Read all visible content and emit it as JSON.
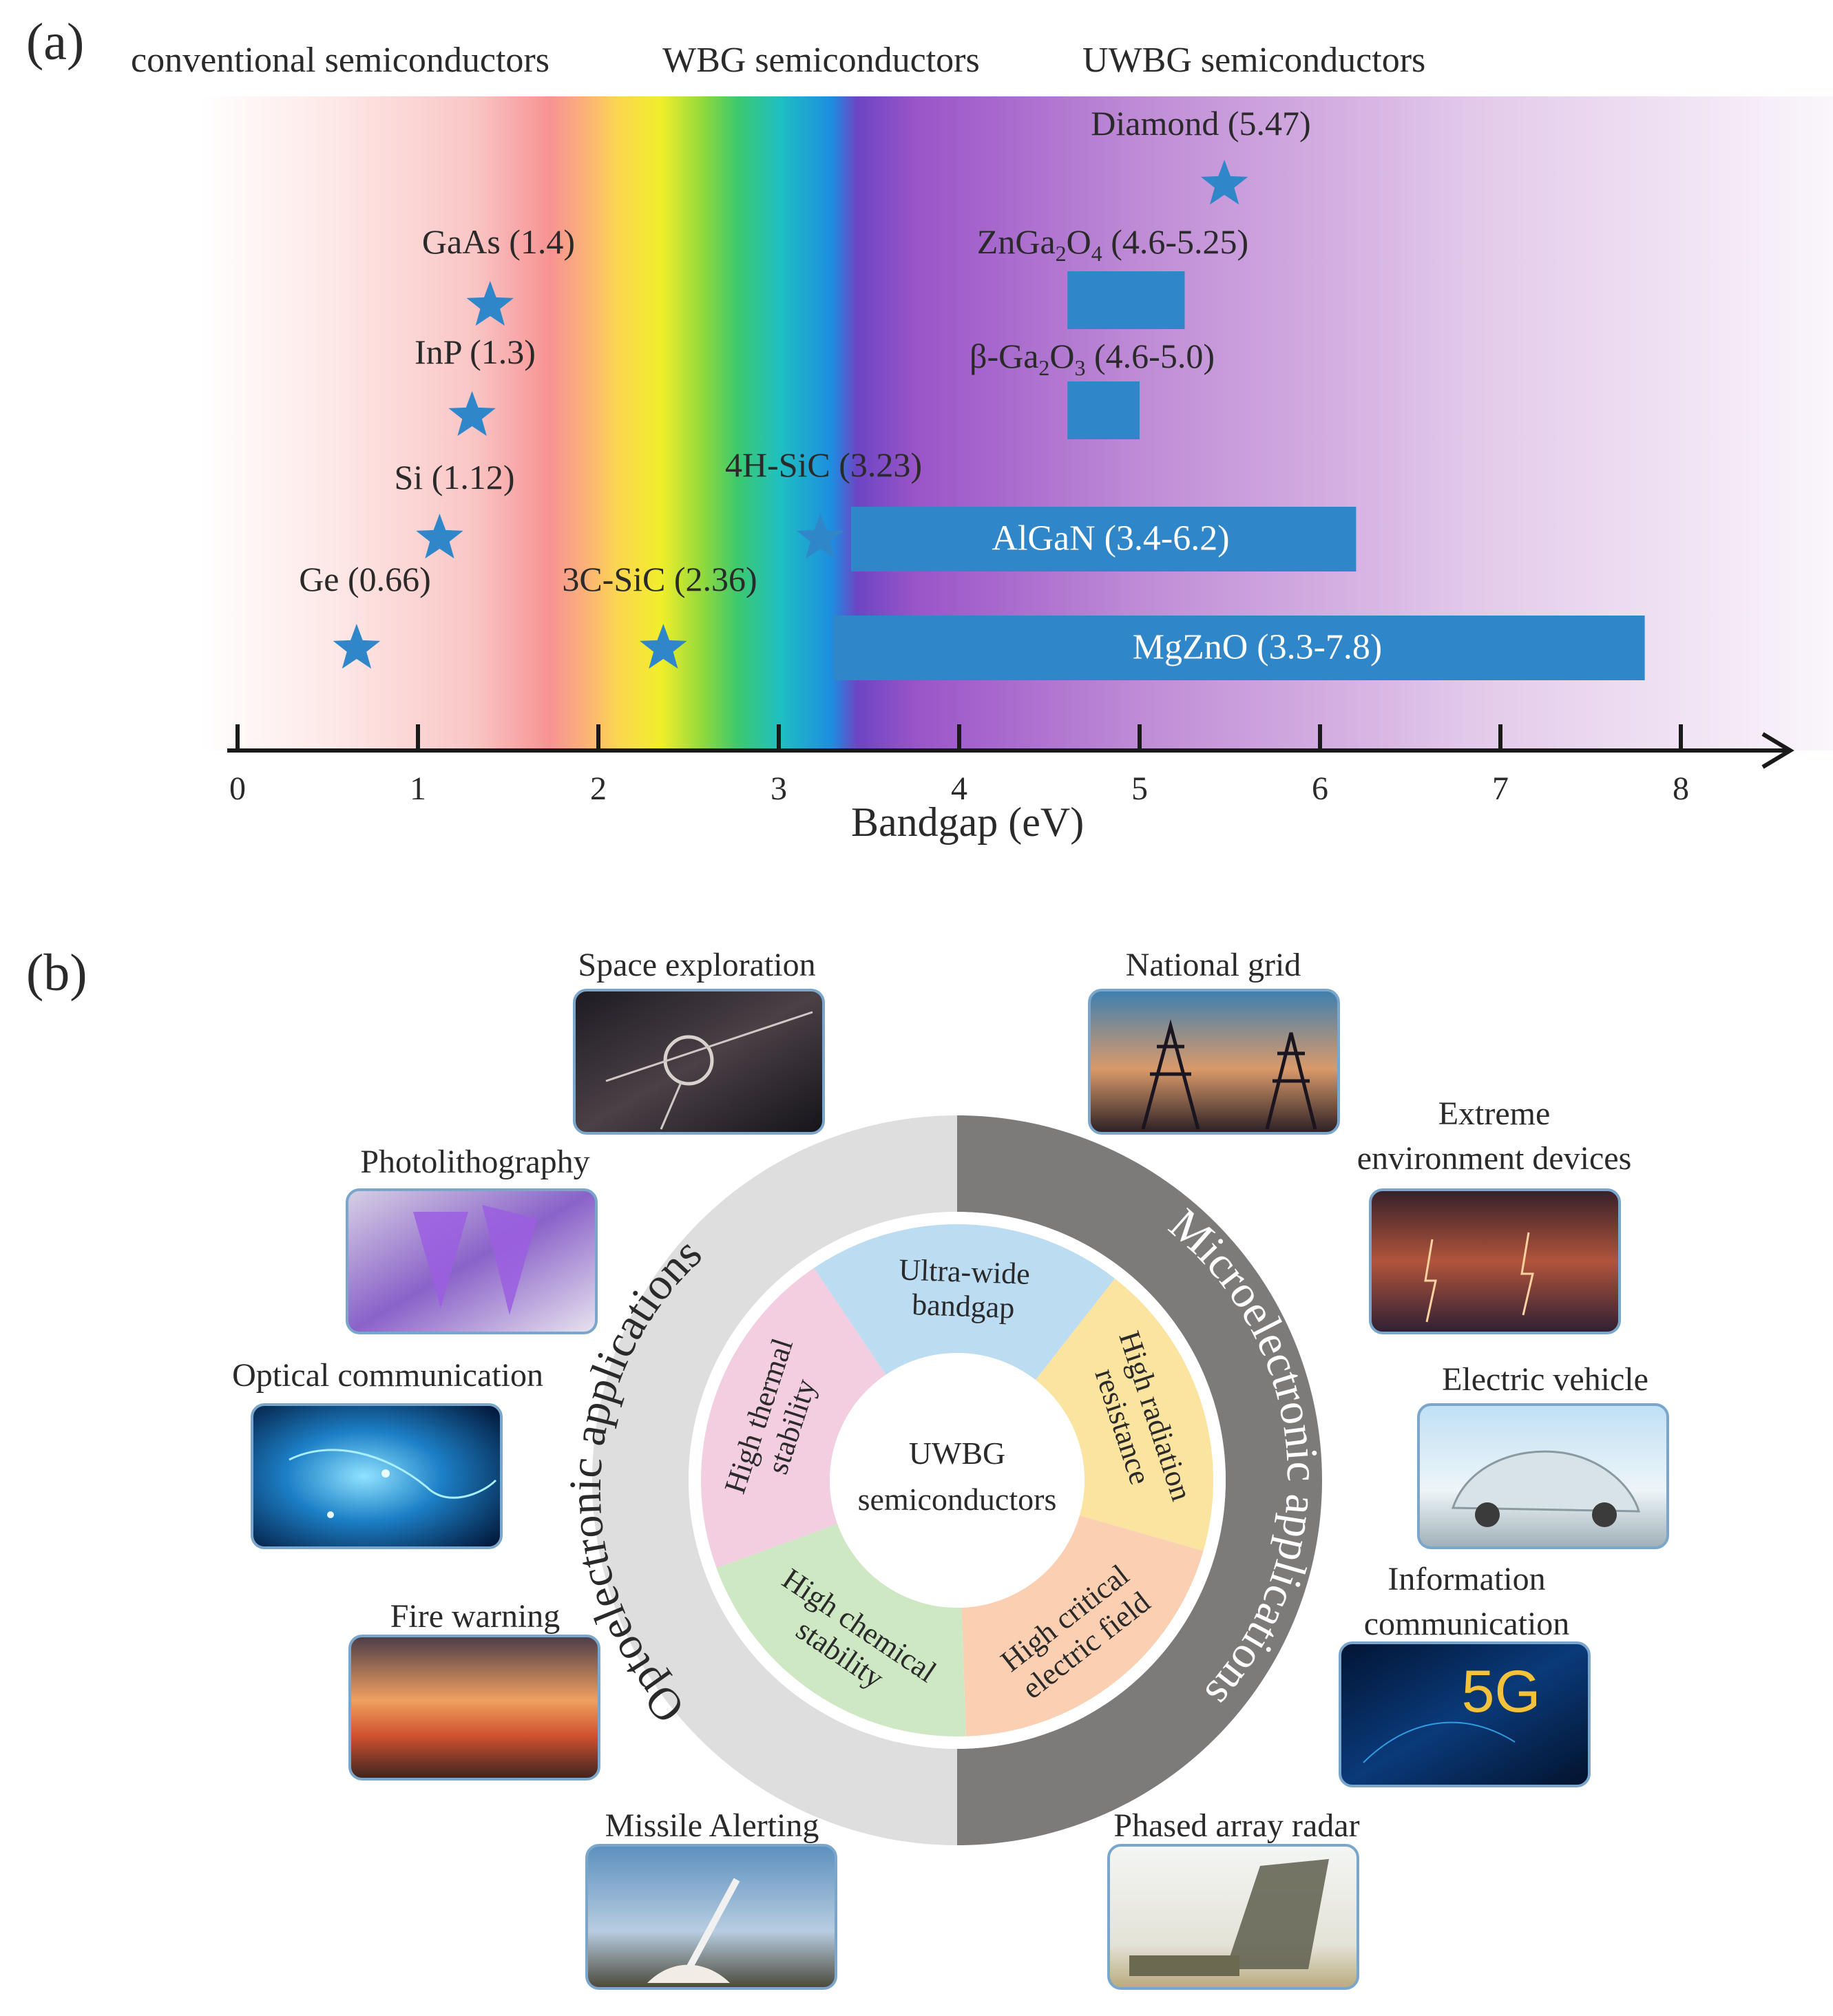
{
  "panel_a": {
    "label": "(a)",
    "categories": [
      "conventional semiconductors",
      "WBG semiconductors",
      "UWBG semiconductors"
    ],
    "axis": {
      "label": "Bandgap (eV)",
      "ticks": [
        "0",
        "1",
        "2",
        "3",
        "4",
        "5",
        "6",
        "7",
        "8"
      ],
      "min": 0,
      "max": 8
    },
    "stars": [
      {
        "name": "Ge",
        "text": "Ge (0.66)",
        "value": 0.66
      },
      {
        "name": "Si",
        "text": "Si (1.12)",
        "value": 1.12
      },
      {
        "name": "InP",
        "text": "InP (1.3)",
        "value": 1.3
      },
      {
        "name": "GaAs",
        "text": "GaAs (1.4)",
        "value": 1.4
      },
      {
        "name": "3C-SiC",
        "text": "3C-SiC (2.36)",
        "value": 2.36
      },
      {
        "name": "4H-SiC",
        "text": "4H-SiC (3.23)",
        "value": 3.23
      },
      {
        "name": "Diamond",
        "text": "Diamond (5.47)",
        "value": 5.47
      }
    ],
    "ranges": [
      {
        "name": "ZnGa2O4",
        "text_main": "ZnGa",
        "sub1": "2",
        "mid": "O",
        "sub2": "4",
        "tail": " (4.6-5.25)",
        "min": 4.6,
        "max": 5.25
      },
      {
        "name": "beta-Ga2O3",
        "text_main": "β-Ga",
        "sub1": "2",
        "mid": "O",
        "sub2": "3",
        "tail": " (4.6-5.0)",
        "min": 4.6,
        "max": 5.0
      },
      {
        "name": "AlGaN",
        "text": "AlGaN (3.4-6.2)",
        "min": 3.4,
        "max": 6.2
      },
      {
        "name": "MgZnO",
        "text": "MgZnO (3.3-7.8)",
        "min": 3.3,
        "max": 7.8
      }
    ],
    "colors": {
      "marker": "#2f86c8",
      "axis": "#1a1a1a"
    }
  },
  "panel_b": {
    "label": "(b)",
    "center": {
      "line1": "UWBG",
      "line2": "semiconductors"
    },
    "outer_ring": {
      "left": "Optoelectronic applications",
      "right": "Microelectronic applications",
      "left_color": "#dedede",
      "right_color": "#7d7a7a"
    },
    "properties": [
      {
        "lines": [
          "Ultra-wide",
          "bandgap"
        ],
        "color": "#bcdcf2"
      },
      {
        "lines": [
          "High radiation",
          "resistance"
        ],
        "color": "#fbe3a0"
      },
      {
        "lines": [
          "High critical",
          "electric field"
        ],
        "color": "#fbcfb2"
      },
      {
        "lines": [
          "High chemical",
          "stability"
        ],
        "color": "#cfe8c4"
      },
      {
        "lines": [
          "High thermal",
          "stability"
        ],
        "color": "#f3cde0"
      }
    ],
    "applications_left": [
      {
        "title": "Space exploration",
        "icon": "satellite-photo"
      },
      {
        "title": "Photolithography",
        "icon": "lithography-photo"
      },
      {
        "title": "Optical communication",
        "icon": "globe-network-photo"
      },
      {
        "title": "Fire warning",
        "icon": "fire-photo"
      },
      {
        "title": "Missile Alerting",
        "icon": "missile-photo"
      }
    ],
    "applications_right": [
      {
        "title": "National grid",
        "icon": "power-tower-photo"
      },
      {
        "title_lines": [
          "Extreme",
          "environment devices"
        ],
        "icon": "lightning-photo"
      },
      {
        "title": "Electric vehicle",
        "icon": "car-photo"
      },
      {
        "title_lines": [
          "Information",
          "communication"
        ],
        "icon": "network-5g-photo",
        "badge": "5G"
      },
      {
        "title": "Phased array radar",
        "icon": "radar-photo"
      }
    ]
  }
}
